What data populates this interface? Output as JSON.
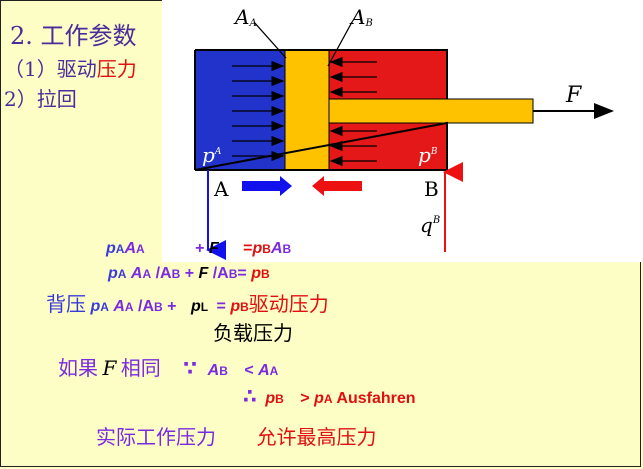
{
  "heading": "2. 工作参数",
  "list": {
    "item1_prefix": "（1）驱动",
    "item1_highlight": "压力",
    "item2": " 2）拉回"
  },
  "diagram": {
    "label_aa": "A",
    "label_aa_sub": "A",
    "label_ab": "A",
    "label_ab_sub": "B",
    "label_f": "F",
    "label_pa": "p",
    "label_pa_sub": "A",
    "label_pb": "p",
    "label_pb_sub": "B",
    "port_a": "A",
    "port_b": "B",
    "label_q": "q",
    "label_q_sub": "B",
    "colors": {
      "chamber_a": "#2233cc",
      "chamber_b": "#e41818",
      "piston": "#ffc200",
      "arrow_left": "#1111ee",
      "arrow_right": "#ee1111"
    }
  },
  "equations": {
    "line1": {
      "pa": "p",
      "pa_sub": "A",
      "aa": "A",
      "aa_sub": "A",
      "plus": "+",
      "f": "F",
      "eq": "=",
      "pb": "p",
      "pb_sub": "B",
      "ab": "A",
      "ab_sub": "B"
    },
    "line2": {
      "pa": "p",
      "pa_sub": "A",
      "aa": "A",
      "aa_sub": "A",
      "div1": "/A",
      "div1_sub": "B",
      "plus": " + ",
      "f": "F",
      "div2": "/A",
      "div2_sub": "B",
      "eq": "= ",
      "pb": "p",
      "pb_sub": "B"
    },
    "line3": {
      "prefix": "背压",
      "pa": "p",
      "pa_sub": "A",
      "aa": "A",
      "aa_sub": "A",
      "div": "/A",
      "div_sub": "B",
      "plus": " + ",
      "pl": "p",
      "pl_sub": "L",
      "eq": "= ",
      "pb": "p",
      "pb_sub": "B",
      "suffix": "驱动压力"
    },
    "load_pressure": "负载压力",
    "line5": {
      "prefix": "如果",
      "f": "F",
      "same": "相同",
      "because": "∵",
      "ab": "A",
      "ab_sub": "B",
      "lt": "< ",
      "aa": "A",
      "aa_sub": "A"
    },
    "line6": {
      "therefore": "∴",
      "pb": "p",
      "pb_sub": "B",
      "gt": "> ",
      "pa": "p",
      "pa_sub": "A",
      "word": "Ausfahren"
    },
    "line7": {
      "left": "实际工作压力",
      "right": "允许最高压力"
    }
  }
}
